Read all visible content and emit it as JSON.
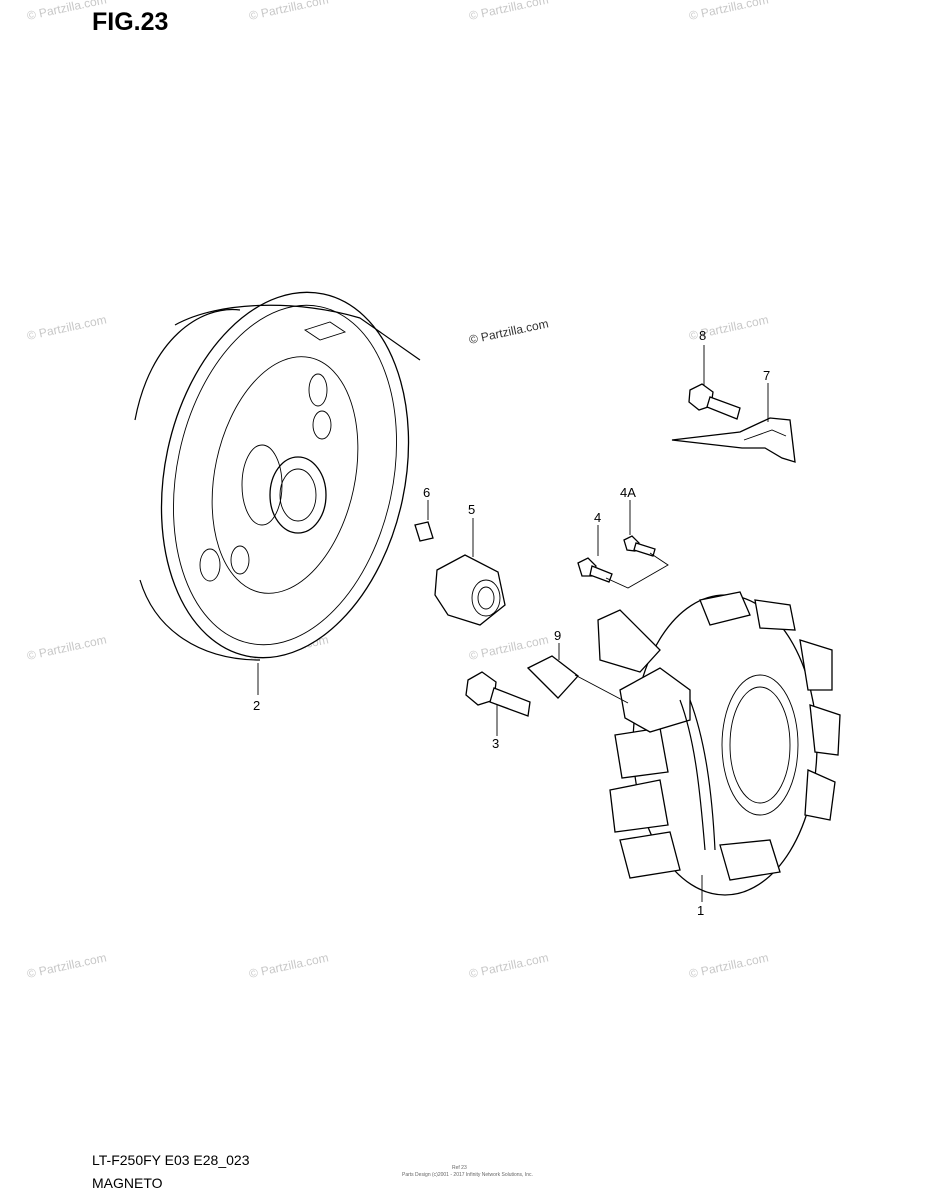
{
  "figure": {
    "title": "FIG.23",
    "code": "LT-F250FY E03 E28_023",
    "name": "MAGNETO",
    "watermark": "© Partzilla.com",
    "center_watermark": "© Partzilla.com",
    "fine_print_ref": "Ref 23",
    "fine_print": "Parts Design (c)2001 - 2017 Infinity Network Solutions, Inc."
  },
  "callouts": [
    {
      "id": "1",
      "label": "1"
    },
    {
      "id": "2",
      "label": "2"
    },
    {
      "id": "3",
      "label": "3"
    },
    {
      "id": "4",
      "label": "4"
    },
    {
      "id": "4A",
      "label": "4A"
    },
    {
      "id": "5",
      "label": "5"
    },
    {
      "id": "6",
      "label": "6"
    },
    {
      "id": "7",
      "label": "7"
    },
    {
      "id": "8",
      "label": "8"
    },
    {
      "id": "9",
      "label": "9"
    }
  ],
  "colors": {
    "ink": "#000000",
    "watermark": "#c8c8c8",
    "background": "#ffffff"
  }
}
